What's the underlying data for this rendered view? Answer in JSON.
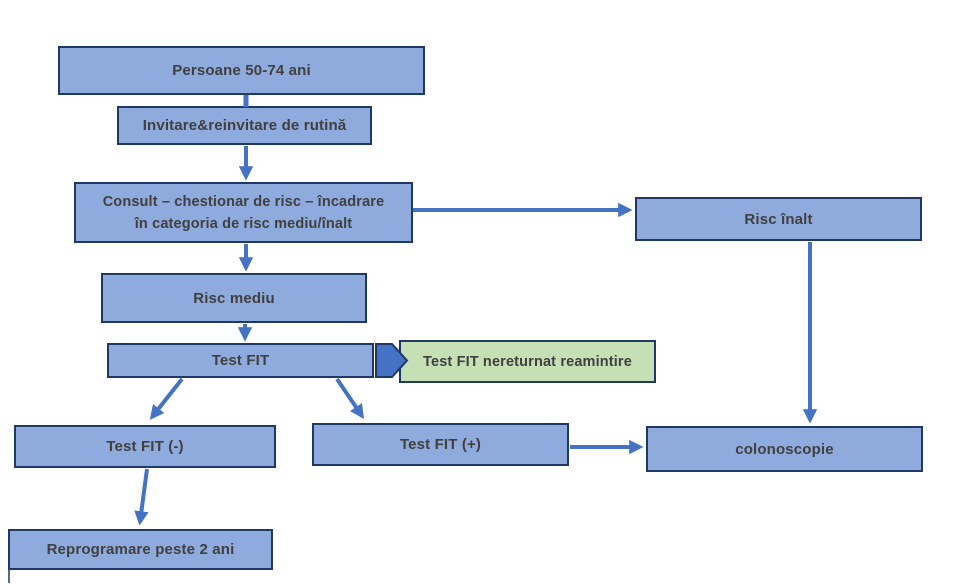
{
  "diagram": {
    "type": "flowchart",
    "language": "Romanian",
    "nodes": {
      "persoane": {
        "label": "Persoane 50-74 ani"
      },
      "invitare": {
        "label": "Invitare&reinvitare de rutină"
      },
      "consult": {
        "line1": "Consult – chestionar de risc – încadrare",
        "line2": "în categoria de risc mediu/înalt"
      },
      "risc_inalt": {
        "label": "Risc înalt"
      },
      "risc_mediu": {
        "label": "Risc mediu"
      },
      "test_fit": {
        "label": "Test FIT"
      },
      "reamintire": {
        "label": "Test FIT nereturnat reamintire"
      },
      "fit_negativ": {
        "label": "Test FIT (-)"
      },
      "fit_pozitiv": {
        "label": "Test FIT (+)"
      },
      "colonoscopie": {
        "label": "colonoscopie"
      },
      "reprogramare": {
        "label": "Reprogramare peste 2 ani"
      }
    },
    "edges": [
      {
        "from": "persoane",
        "to": "invitare",
        "arrow": false
      },
      {
        "from": "invitare",
        "to": "consult",
        "arrow": true
      },
      {
        "from": "consult",
        "to": "risc_inalt",
        "arrow": true
      },
      {
        "from": "consult",
        "to": "risc_mediu",
        "arrow": true
      },
      {
        "from": "risc_inalt",
        "to": "colonoscopie",
        "arrow": true
      },
      {
        "from": "risc_mediu",
        "to": "test_fit",
        "arrow": true
      },
      {
        "from": "test_fit",
        "to": "reamintire",
        "arrow": true,
        "style": "pentagon-callout"
      },
      {
        "from": "test_fit",
        "to": "fit_negativ",
        "arrow": true
      },
      {
        "from": "test_fit",
        "to": "fit_pozitiv",
        "arrow": true
      },
      {
        "from": "fit_pozitiv",
        "to": "colonoscopie",
        "arrow": true
      },
      {
        "from": "fit_negativ",
        "to": "reprogramare",
        "arrow": true
      }
    ],
    "colors": {
      "node_fill": "#8FAADC",
      "node_border": "#1F3864",
      "arrow": "#4472C4",
      "pentagon_fill": "#4472C4",
      "reminder_fill": "#C5E0B4",
      "text": "#404040"
    }
  }
}
